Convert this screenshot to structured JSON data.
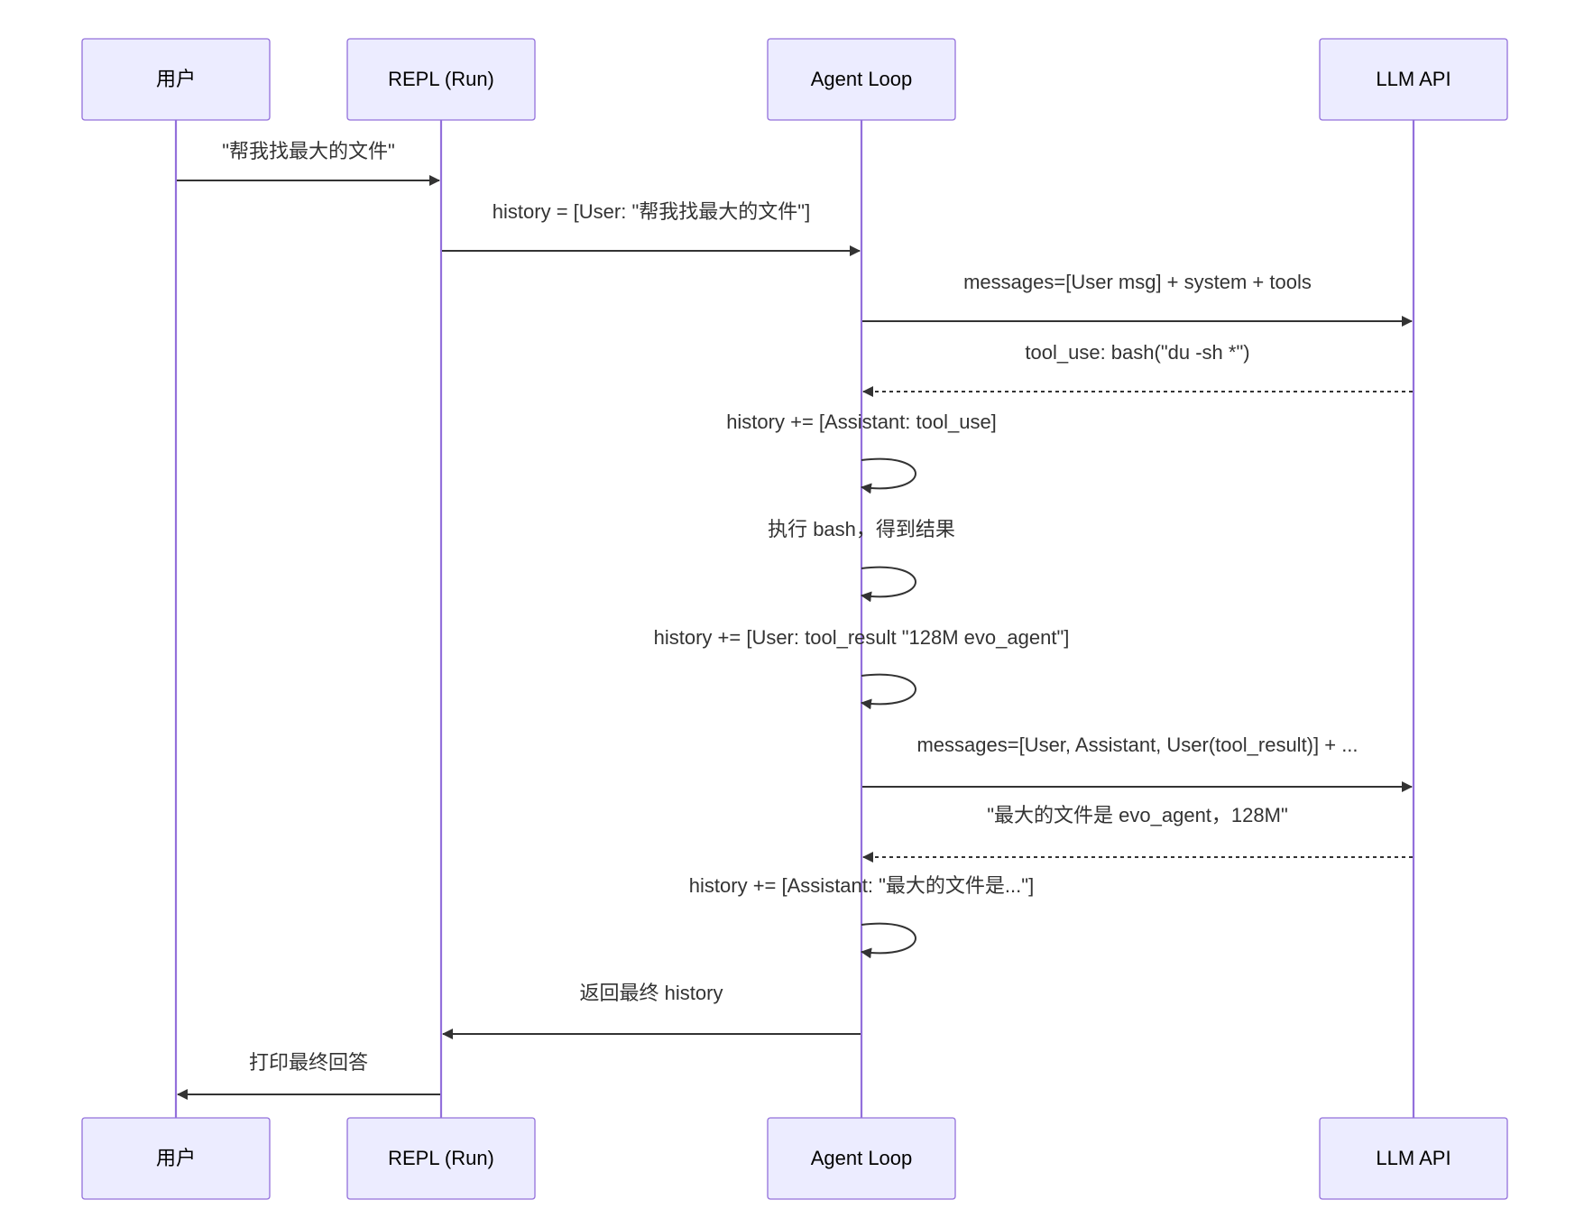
{
  "participants": [
    {
      "id": "user",
      "label": "用户"
    },
    {
      "id": "repl",
      "label": "REPL (Run)"
    },
    {
      "id": "agent",
      "label": "Agent Loop"
    },
    {
      "id": "llm",
      "label": "LLM API"
    }
  ],
  "messages": [
    {
      "from": "user",
      "to": "repl",
      "label": "\"帮我找最大的文件\"",
      "style": "solid"
    },
    {
      "from": "repl",
      "to": "agent",
      "label": "history = [User: \"帮我找最大的文件\"]",
      "style": "solid"
    },
    {
      "from": "agent",
      "to": "llm",
      "label": "messages=[User msg] + system + tools",
      "style": "solid"
    },
    {
      "from": "llm",
      "to": "agent",
      "label": "tool_use: bash(\"du -sh *\")",
      "style": "dashed"
    },
    {
      "from": "agent",
      "to": "agent",
      "label": "history += [Assistant: tool_use]",
      "style": "solid"
    },
    {
      "from": "agent",
      "to": "agent",
      "label": "执行 bash，得到结果",
      "style": "solid"
    },
    {
      "from": "agent",
      "to": "agent",
      "label": "history += [User: tool_result \"128M evo_agent\"]",
      "style": "solid"
    },
    {
      "from": "agent",
      "to": "llm",
      "label": "messages=[User, Assistant, User(tool_result)] + ...",
      "style": "solid"
    },
    {
      "from": "llm",
      "to": "agent",
      "label": "\"最大的文件是 evo_agent，128M\"",
      "style": "dashed"
    },
    {
      "from": "agent",
      "to": "agent",
      "label": "history += [Assistant: \"最大的文件是...\"]",
      "style": "solid"
    },
    {
      "from": "agent",
      "to": "repl",
      "label": "返回最终 history",
      "style": "solid"
    },
    {
      "from": "repl",
      "to": "user",
      "label": "打印最终回答",
      "style": "solid"
    }
  ],
  "colors": {
    "actor_fill": "#ececff",
    "actor_border": "#9370db",
    "lifeline": "#9370db",
    "message": "#333333"
  }
}
